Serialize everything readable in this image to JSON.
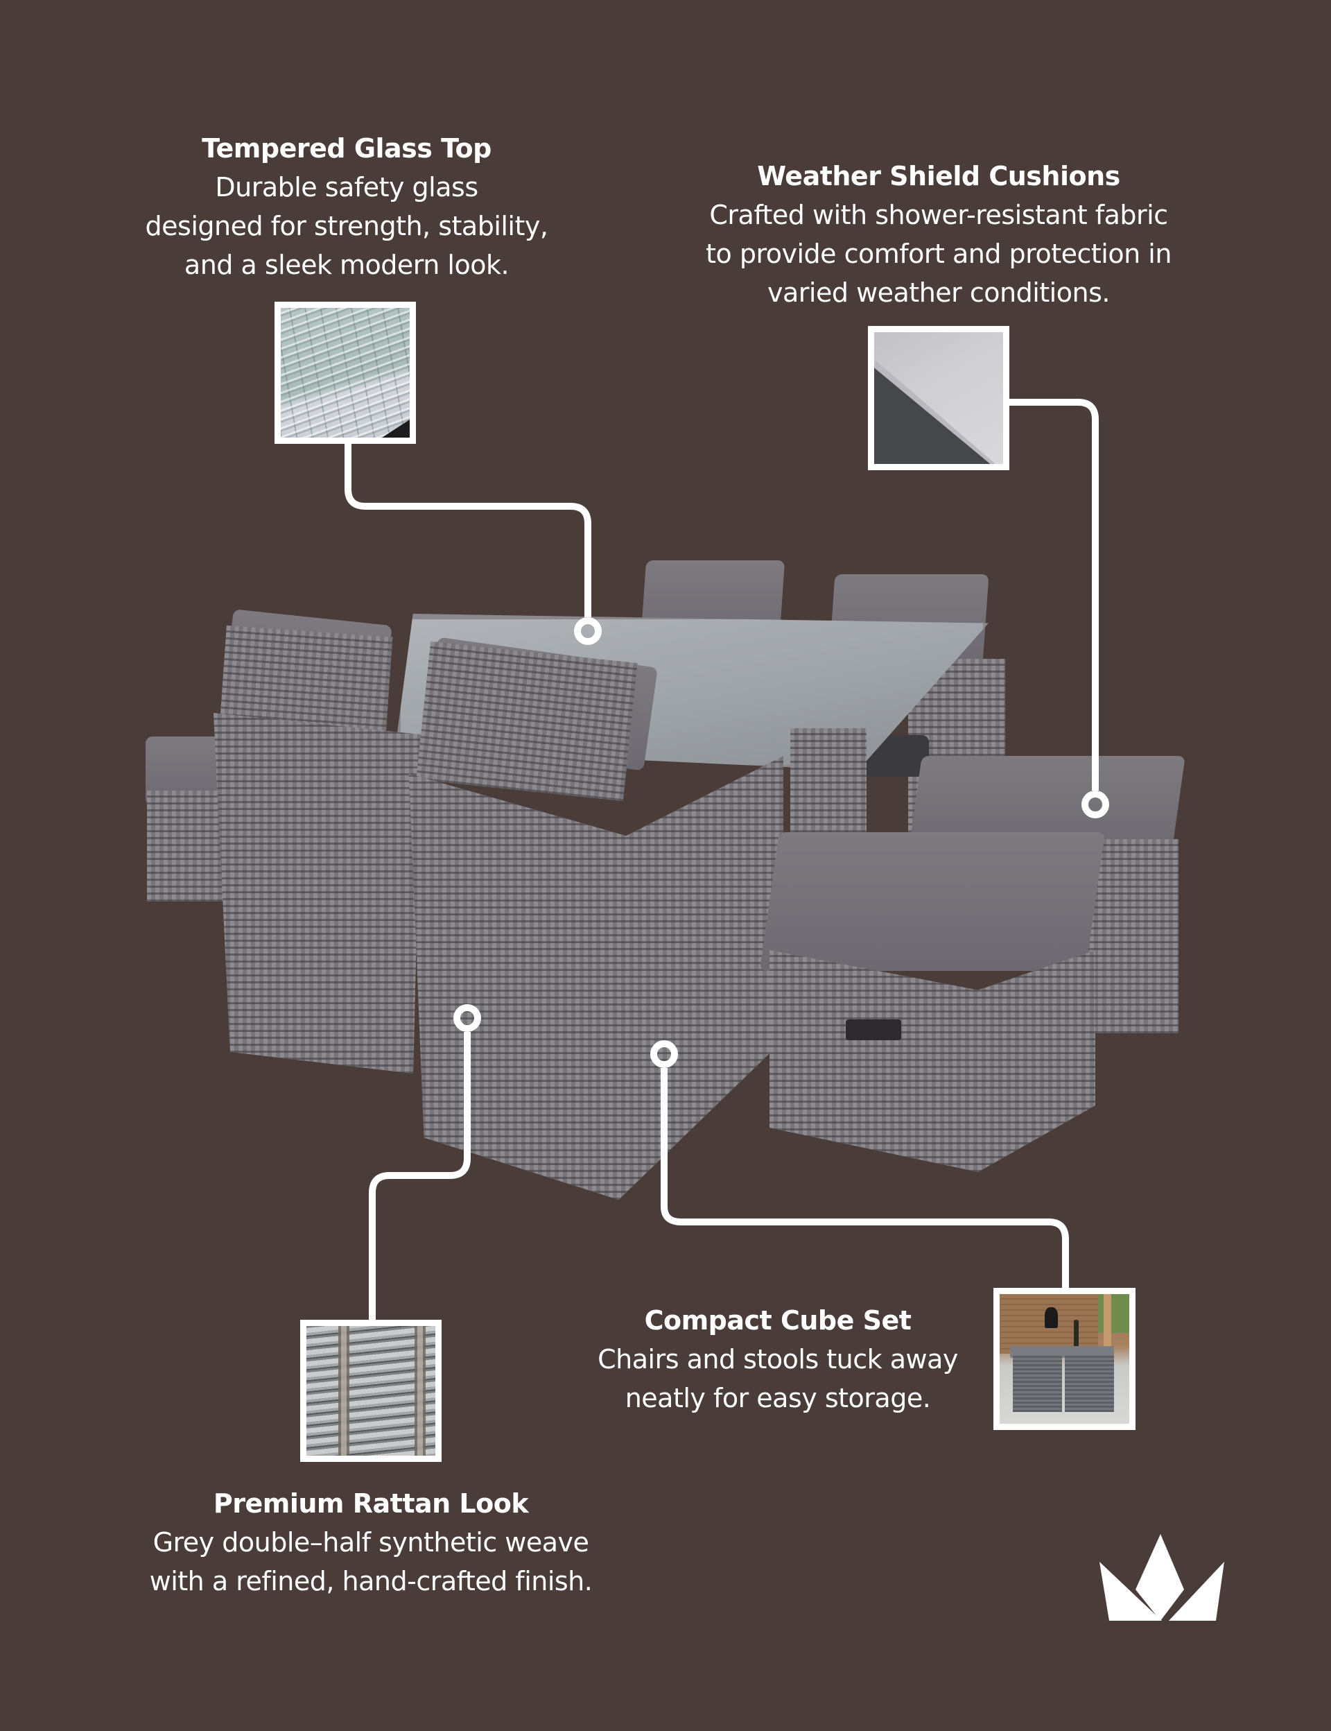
{
  "colors": {
    "background": "#4a3d39",
    "text": "#ffffff",
    "connector": "#ffffff"
  },
  "callouts": [
    {
      "id": "tempered-glass-top",
      "title": "Tempered Glass Top",
      "lines": [
        "Durable safety glass",
        "designed for strength, stability,",
        "and a sleek modern look."
      ],
      "thumbnail": "glass-weave-closeup"
    },
    {
      "id": "weather-shield-cushions",
      "title": "Weather Shield Cushions",
      "lines": [
        "Crafted with shower-resistant fabric",
        "to provide comfort and protection in",
        "varied weather conditions."
      ],
      "thumbnail": "cushion-fabric-closeup"
    },
    {
      "id": "compact-cube-set",
      "title": "Compact Cube Set",
      "lines": [
        "Chairs and stools tuck away",
        "neatly for easy storage."
      ],
      "thumbnail": "cube-set-in-garden"
    },
    {
      "id": "premium-rattan-look",
      "title": "Premium Rattan Look",
      "lines": [
        "Grey double–half synthetic weave",
        "with a refined, hand-crafted finish."
      ],
      "thumbnail": "rattan-weave-closeup"
    }
  ],
  "product": {
    "name": "grey rattan cube dining set",
    "pieces": [
      "glass-top table",
      "4 dining chairs",
      "4 footstools"
    ]
  },
  "logo": {
    "icon": "crown-icon"
  }
}
